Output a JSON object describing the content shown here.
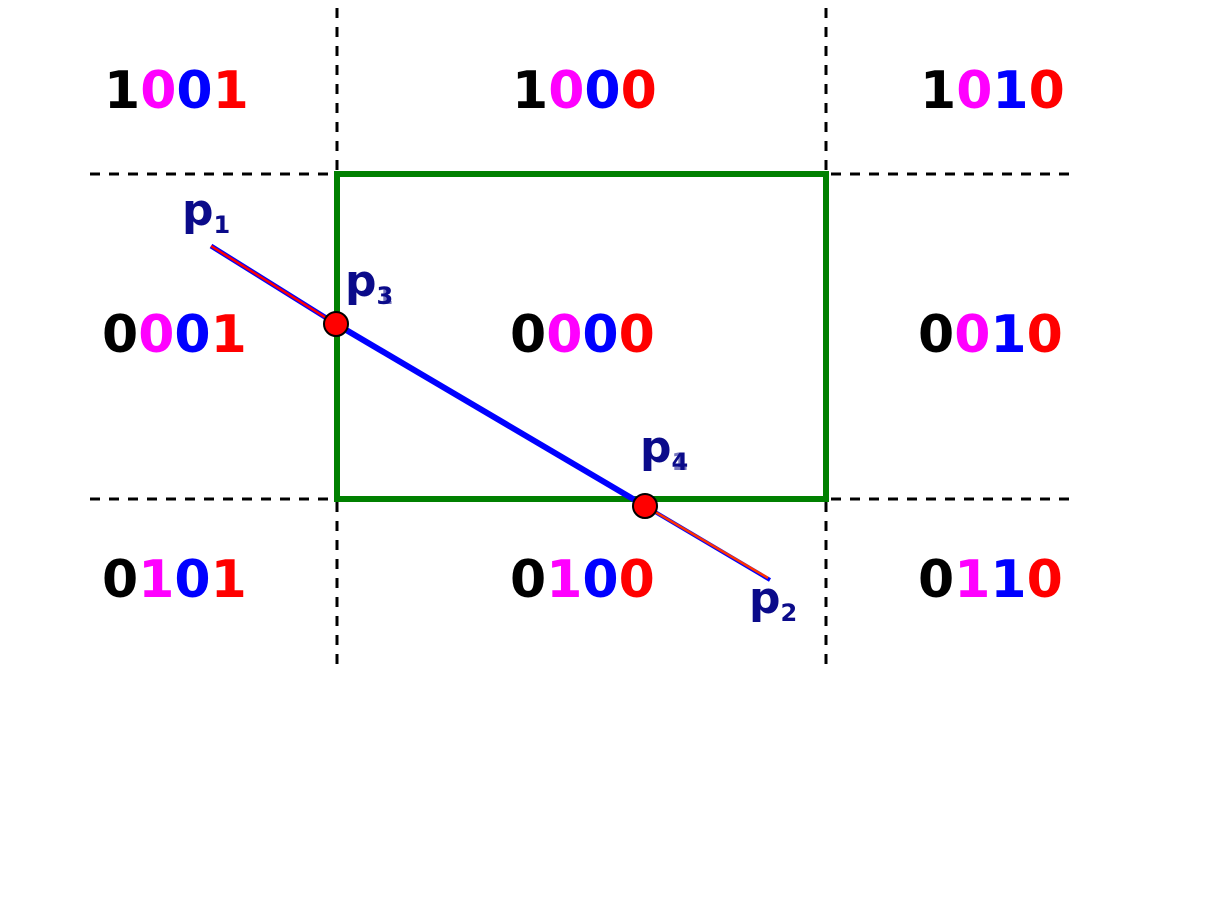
{
  "colors": {
    "bit1": "#000000",
    "bit2": "#ff00ff",
    "bit3": "#0000ff",
    "bit4": "#ff0000",
    "window": "#008000",
    "clipped_segment": "#0000ff",
    "rejected_segment": "#ff0000",
    "point_label": "#0b0b8a",
    "intersection_point": "#ff0000",
    "grid_lines": "#000000"
  },
  "region_codes": {
    "top_left": [
      "1",
      "0",
      "0",
      "1"
    ],
    "top_center": [
      "1",
      "0",
      "0",
      "0"
    ],
    "top_right": [
      "1",
      "0",
      "1",
      "0"
    ],
    "middle_left": [
      "0",
      "0",
      "0",
      "1"
    ],
    "middle_center": [
      "0",
      "0",
      "0",
      "0"
    ],
    "middle_right": [
      "0",
      "0",
      "1",
      "0"
    ],
    "bottom_left": [
      "0",
      "1",
      "0",
      "1"
    ],
    "bottom_center": [
      "0",
      "1",
      "0",
      "0"
    ],
    "bottom_right": [
      "0",
      "1",
      "1",
      "0"
    ]
  },
  "points": {
    "p1": {
      "base": "p",
      "sub": "1"
    },
    "p2": {
      "base": "p",
      "sub": "2"
    },
    "p3": {
      "base": "p",
      "sub": "3",
      "sub_overlay": "1"
    },
    "p4": {
      "base": "p",
      "sub": "4",
      "sub_overlay": "1"
    }
  }
}
